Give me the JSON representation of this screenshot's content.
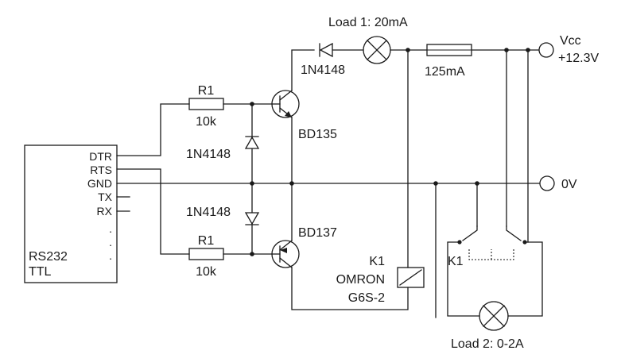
{
  "labels": {
    "load1": "Load 1: 20mA",
    "load2": "Load 2: 0-2A",
    "d_top": "1N4148",
    "fuse": "125mA",
    "vcc_name": "Vcc",
    "vcc_value": "+12.3V",
    "zero_v": "0V",
    "r1_top": "R1",
    "r1_top_value": "10k",
    "r1_bot": "R1",
    "r1_bot_value": "10k",
    "d_mid1": "1N4148",
    "d_mid2": "1N4148",
    "q_top": "BD135",
    "q_bot": "BD137",
    "relay_name": "K1",
    "relay_maker": "OMRON",
    "relay_part": "G6S-2",
    "relay_contacts": "K1"
  },
  "connector": {
    "pins": [
      "DTR",
      "RTS",
      "GND",
      "TX",
      "RX",
      ".",
      ".",
      "."
    ],
    "title_line1": "RS232",
    "title_line2": "TTL"
  }
}
